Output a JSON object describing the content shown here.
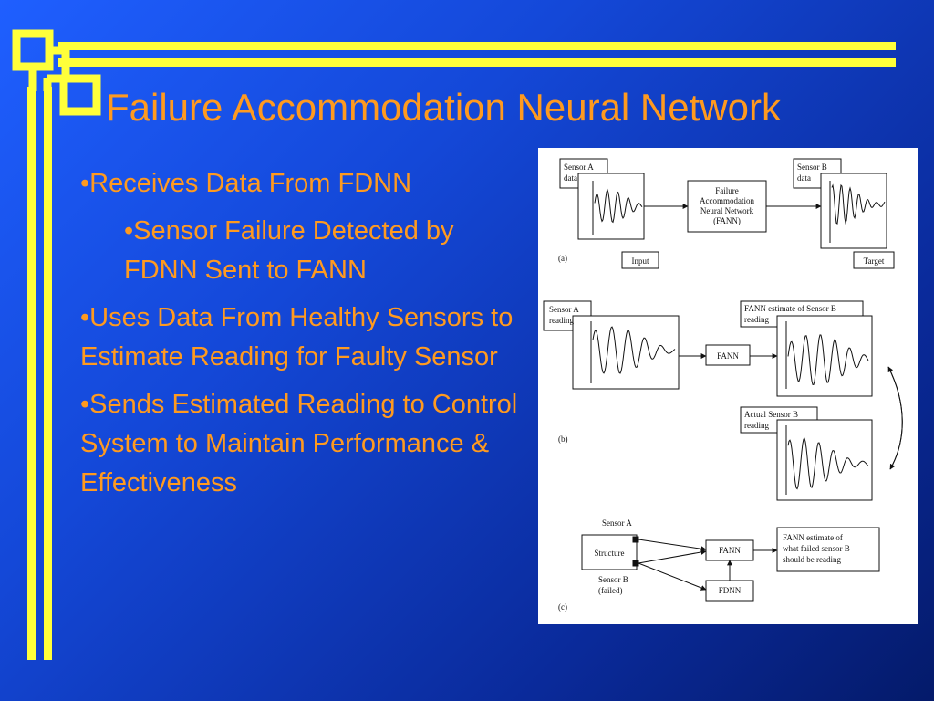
{
  "title": "Failure Accommodation Neural Network",
  "bullets": [
    {
      "text": "•Receives Data From FDNN",
      "level": 1
    },
    {
      "text": "•Sensor Failure Detected by FDNN Sent to FANN",
      "level": 2
    },
    {
      "text": "•Uses Data From Healthy Sensors to Estimate Reading for Faulty Sensor",
      "level": 1
    },
    {
      "text": "•Sends Estimated Reading to Control System to Maintain Performance & Effectiveness",
      "level": 1
    }
  ],
  "figure": {
    "a": {
      "panel": "(a)",
      "sensor_a_line1": "Sensor A",
      "sensor_a_line2": "data",
      "fann_line1": "Failure",
      "fann_line2": "Accommodation",
      "fann_line3": "Neural Network",
      "fann_line4": "(FANN)",
      "sensor_b_line1": "Sensor B",
      "sensor_b_line2": "data",
      "input": "Input",
      "target": "Target"
    },
    "b": {
      "panel": "(b)",
      "sensor_a_line1": "Sensor A",
      "sensor_a_line2": "reading",
      "fann": "FANN",
      "estimate_line1": "FANN estimate of Sensor B",
      "estimate_line2": "reading",
      "actual_line1": "Actual Sensor B",
      "actual_line2": "reading"
    },
    "c": {
      "panel": "(c)",
      "sensor_a": "Sensor A",
      "structure": "Structure",
      "sensor_b_line1": "Sensor B",
      "sensor_b_line2": "(failed)",
      "fann": "FANN",
      "fdnn": "FDNN",
      "estimate_line1": "FANN estimate of",
      "estimate_line2": "what failed sensor B",
      "estimate_line3": "should be reading"
    }
  },
  "colors": {
    "frame": "#ffff3a",
    "text": "#ff9a1f",
    "background": "#1f5fff"
  }
}
